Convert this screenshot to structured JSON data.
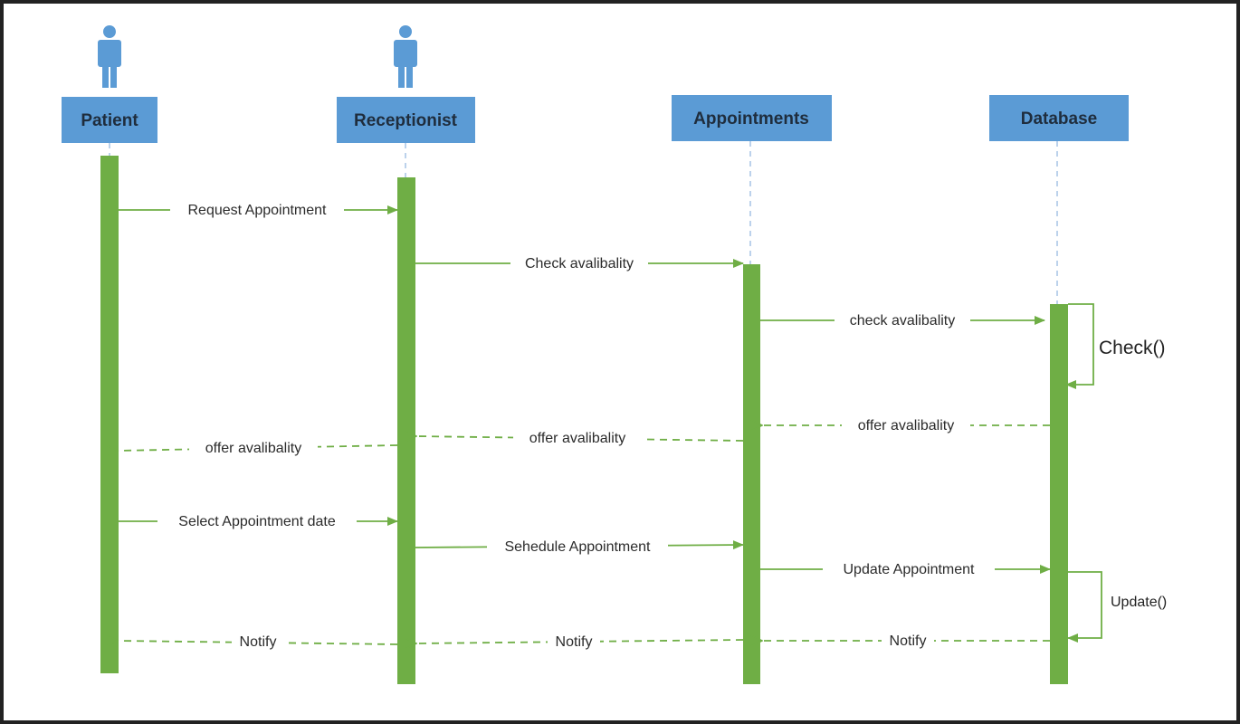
{
  "participants": [
    {
      "name": "Patient"
    },
    {
      "name": "Receptionist"
    },
    {
      "name": "Appointments"
    },
    {
      "name": "Database"
    }
  ],
  "messages": [
    {
      "label": "Request Appointment"
    },
    {
      "label": "Check avalibality"
    },
    {
      "label": "check avalibality"
    },
    {
      "label": "offer avalibality"
    },
    {
      "label": "offer avalibality"
    },
    {
      "label": "offer avalibality"
    },
    {
      "label": "Select Appointment date"
    },
    {
      "label": "Sehedule Appointment"
    },
    {
      "label": "Update Appointment"
    },
    {
      "label": "Notify"
    },
    {
      "label": "Notify"
    },
    {
      "label": "Notify"
    }
  ],
  "self_calls": [
    {
      "label": "Check()"
    },
    {
      "label": "Update()"
    }
  ],
  "colors": {
    "actor_box": "#5b9bd5",
    "activation": "#6fae45",
    "lifeline": "#8fb4de"
  }
}
